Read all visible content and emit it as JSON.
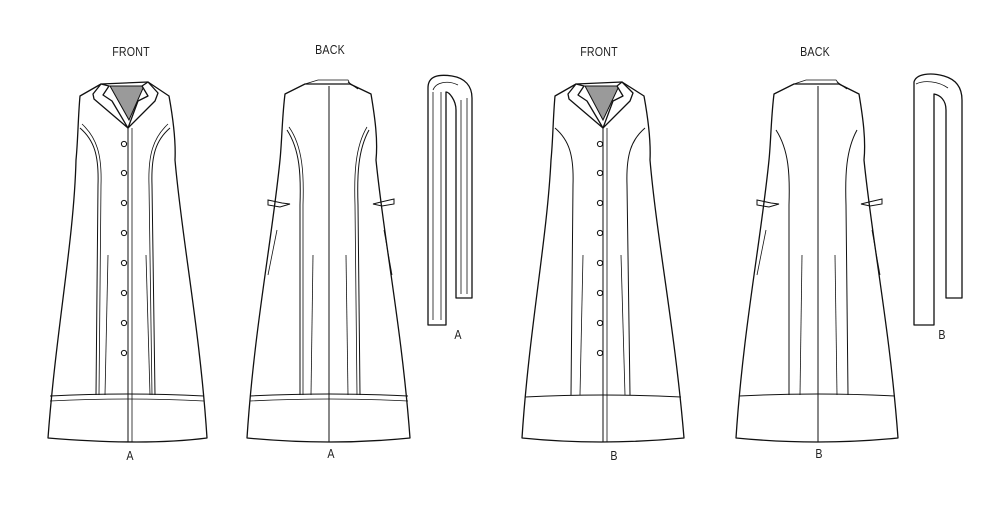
{
  "colors": {
    "line": "#111111",
    "lining": "#9a9a9a",
    "background": "#ffffff"
  },
  "views": [
    {
      "view_label": "FRONT",
      "variant_label": "A"
    },
    {
      "view_label": "BACK",
      "variant_label": "A"
    },
    {
      "variant_label": "A"
    },
    {
      "view_label": "FRONT",
      "variant_label": "B"
    },
    {
      "view_label": "BACK",
      "variant_label": "B"
    },
    {
      "variant_label": "B"
    }
  ]
}
